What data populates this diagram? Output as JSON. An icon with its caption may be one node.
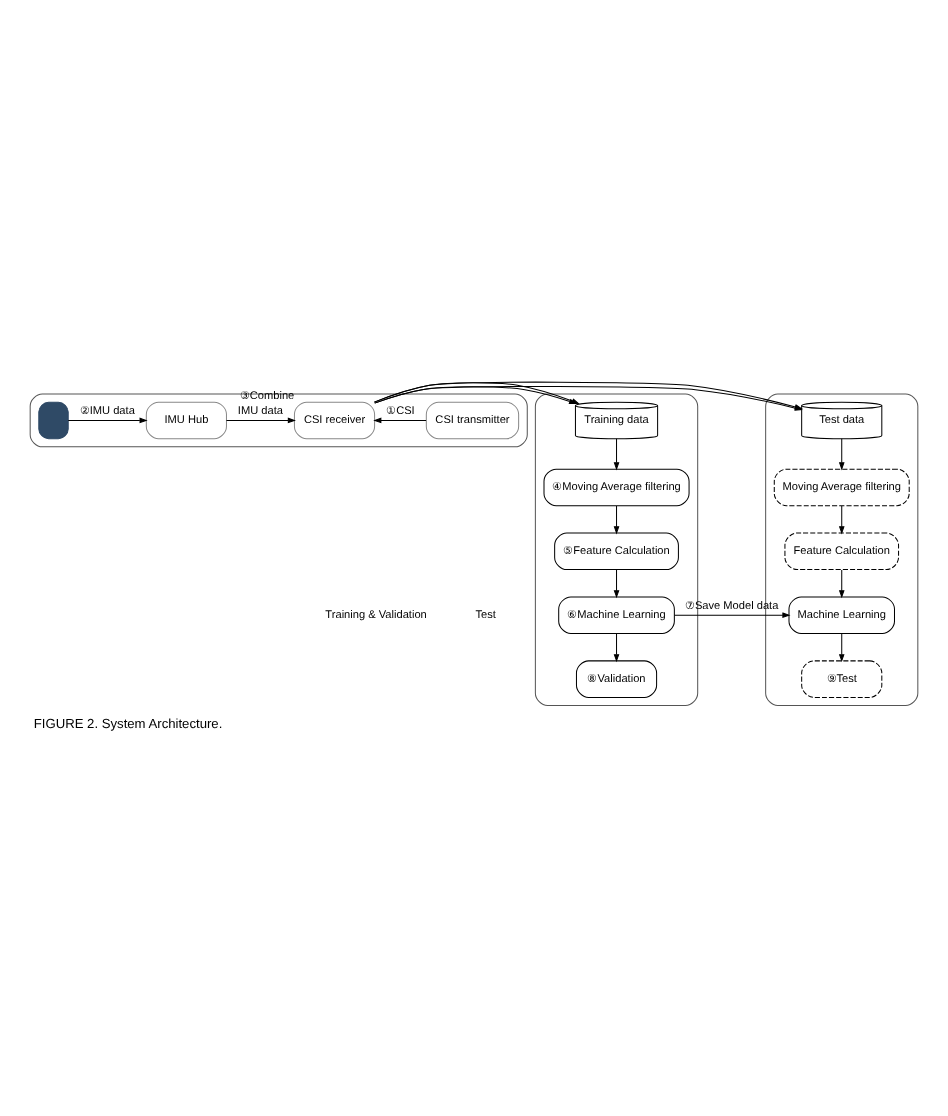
{
  "diagram": {
    "caption": "FIGURE 2. System Architecture.",
    "nodes": [
      {
        "text": [],
        "shape": "box"
      },
      {
        "text": [],
        "shape": "box",
        "in": 0
      },
      {
        "text": [
          "IMU Hub"
        ],
        "in": 0
      },
      {
        "text": [
          "CSI receiver"
        ],
        "beside": [
          "③Combine"
        ],
        "in": 0
      },
      {
        "text": [
          "CSI transmitter"
        ],
        "in": 0
      },
      {
        "text": [],
        "shape": "box"
      },
      {
        "text": [
          "Training data"
        ],
        "in": 5
      },
      {
        "text": [
          "④Moving Average filtering"
        ],
        "in": 5
      },
      {
        "text": [
          "⑤Feature Calculation"
        ],
        "in": 5
      },
      {
        "text": [
          "⑥Machine Learning"
        ],
        "in": 5
      },
      {
        "text": [
          "⑧Validation"
        ],
        "in": 5
      },
      {
        "text": [],
        "shape": "box"
      },
      {
        "text": [
          "Test data"
        ],
        "in": 11
      },
      {
        "text": [
          "Moving Average filtering"
        ],
        "in": 11
      },
      {
        "text": [
          "Feature Calculation"
        ],
        "in": 11
      },
      {
        "text": [
          "Machine Learning"
        ],
        "in": 11
      },
      {
        "text": [
          "⑨Test"
        ],
        "in": 11
      }
    ],
    "edges": [
      {
        "from": 1,
        "to": 2,
        "arrow": "to",
        "label": "②IMU data"
      },
      {
        "from": 2,
        "to": 3,
        "arrow": "to",
        "label": "IMU data"
      },
      {
        "from": 4,
        "to": 3,
        "arrow": "to",
        "label": "①CSI"
      },
      {
        "from": 3,
        "to": 6,
        "arrow": "to"
      },
      {
        "from": 3,
        "to": 12,
        "arrow": "to"
      },
      {
        "from": 6,
        "to": 7,
        "arrow": "to"
      },
      {
        "from": 7,
        "to": 8,
        "arrow": "to"
      },
      {
        "from": 8,
        "to": 9,
        "arrow": "to"
      },
      {
        "from": 9,
        "to": 10,
        "arrow": "to"
      },
      {
        "from": 9,
        "to": 15,
        "arrow": "to",
        "label": "⑦Save Model data"
      },
      {
        "from": 12,
        "to": 13,
        "arrow": "to"
      },
      {
        "from": 13,
        "to": 14,
        "arrow": "to"
      },
      {
        "from": 14,
        "to": 15,
        "arrow": "to"
      },
      {
        "from": 15,
        "to": 16,
        "arrow": "to"
      }
    ],
    "labels": [
      "Training & Validation",
      "Test"
    ]
  }
}
